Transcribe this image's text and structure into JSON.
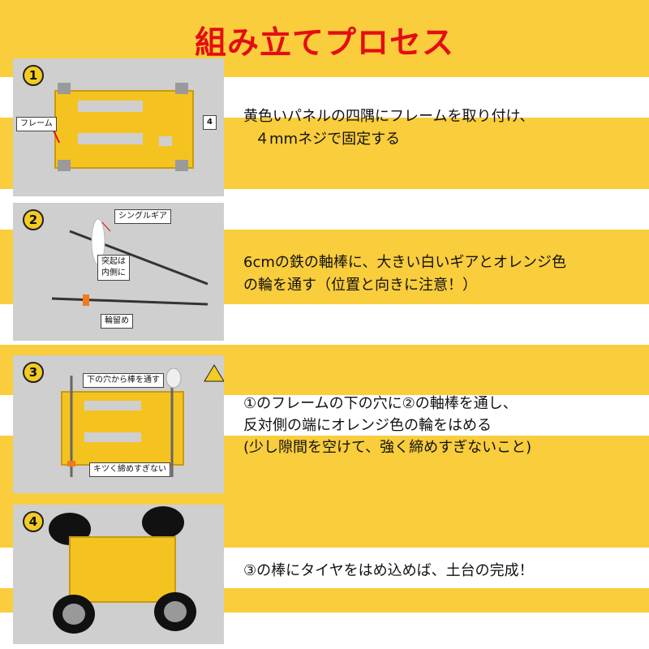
{
  "title": "組み立てプロセス",
  "steps": [
    {
      "number": "1",
      "text_lines": [
        "黄色いパネルの四隅にフレームを取り付け、",
        "４mmネジで固定する"
      ],
      "callouts": [
        "フレーム",
        "4"
      ]
    },
    {
      "number": "2",
      "text_lines": [
        "6cmの鉄の軸棒に、大きい白いギアとオレンジ色",
        "の輪を通す（位置と向きに注意！）"
      ],
      "callouts": [
        "シングルギア",
        "突起は",
        "内側に",
        "輪留め"
      ]
    },
    {
      "number": "3",
      "text_lines": [
        "①のフレームの下の穴に②の軸棒を通し、",
        "反対側の端にオレンジ色の輪をはめる",
        "(少し隙間を空けて、強く締めすぎないこと)"
      ],
      "callouts": [
        "下の穴から棒を通す",
        "キツく締めすぎない"
      ]
    },
    {
      "number": "4",
      "text_lines": [
        "③の棒にタイヤをはめ込めば、土台の完成！"
      ],
      "callouts": []
    }
  ],
  "colors": {
    "background": "#f9cd3c",
    "title": "#e40d12",
    "panel": "#f5c320",
    "photo_bg": "#cfcfcf"
  }
}
